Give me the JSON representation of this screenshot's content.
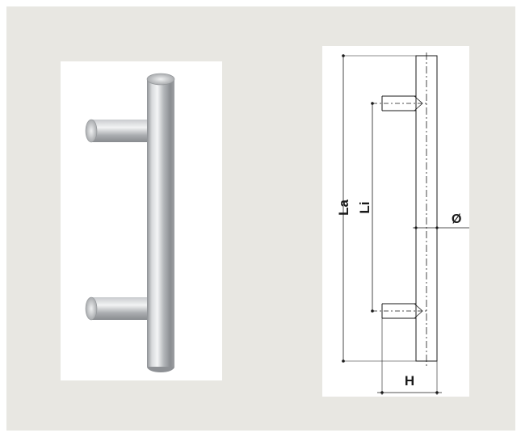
{
  "photo": {
    "subject_icon": "stainless-steel-bar-handle"
  },
  "drawing": {
    "labels": {
      "overall_length": "La",
      "inner_length": "Li",
      "diameter": "Ø",
      "height": "H"
    }
  },
  "colors": {
    "background": "#e8e7e2",
    "panel": "#ffffff",
    "line": "#1a1a1a"
  }
}
